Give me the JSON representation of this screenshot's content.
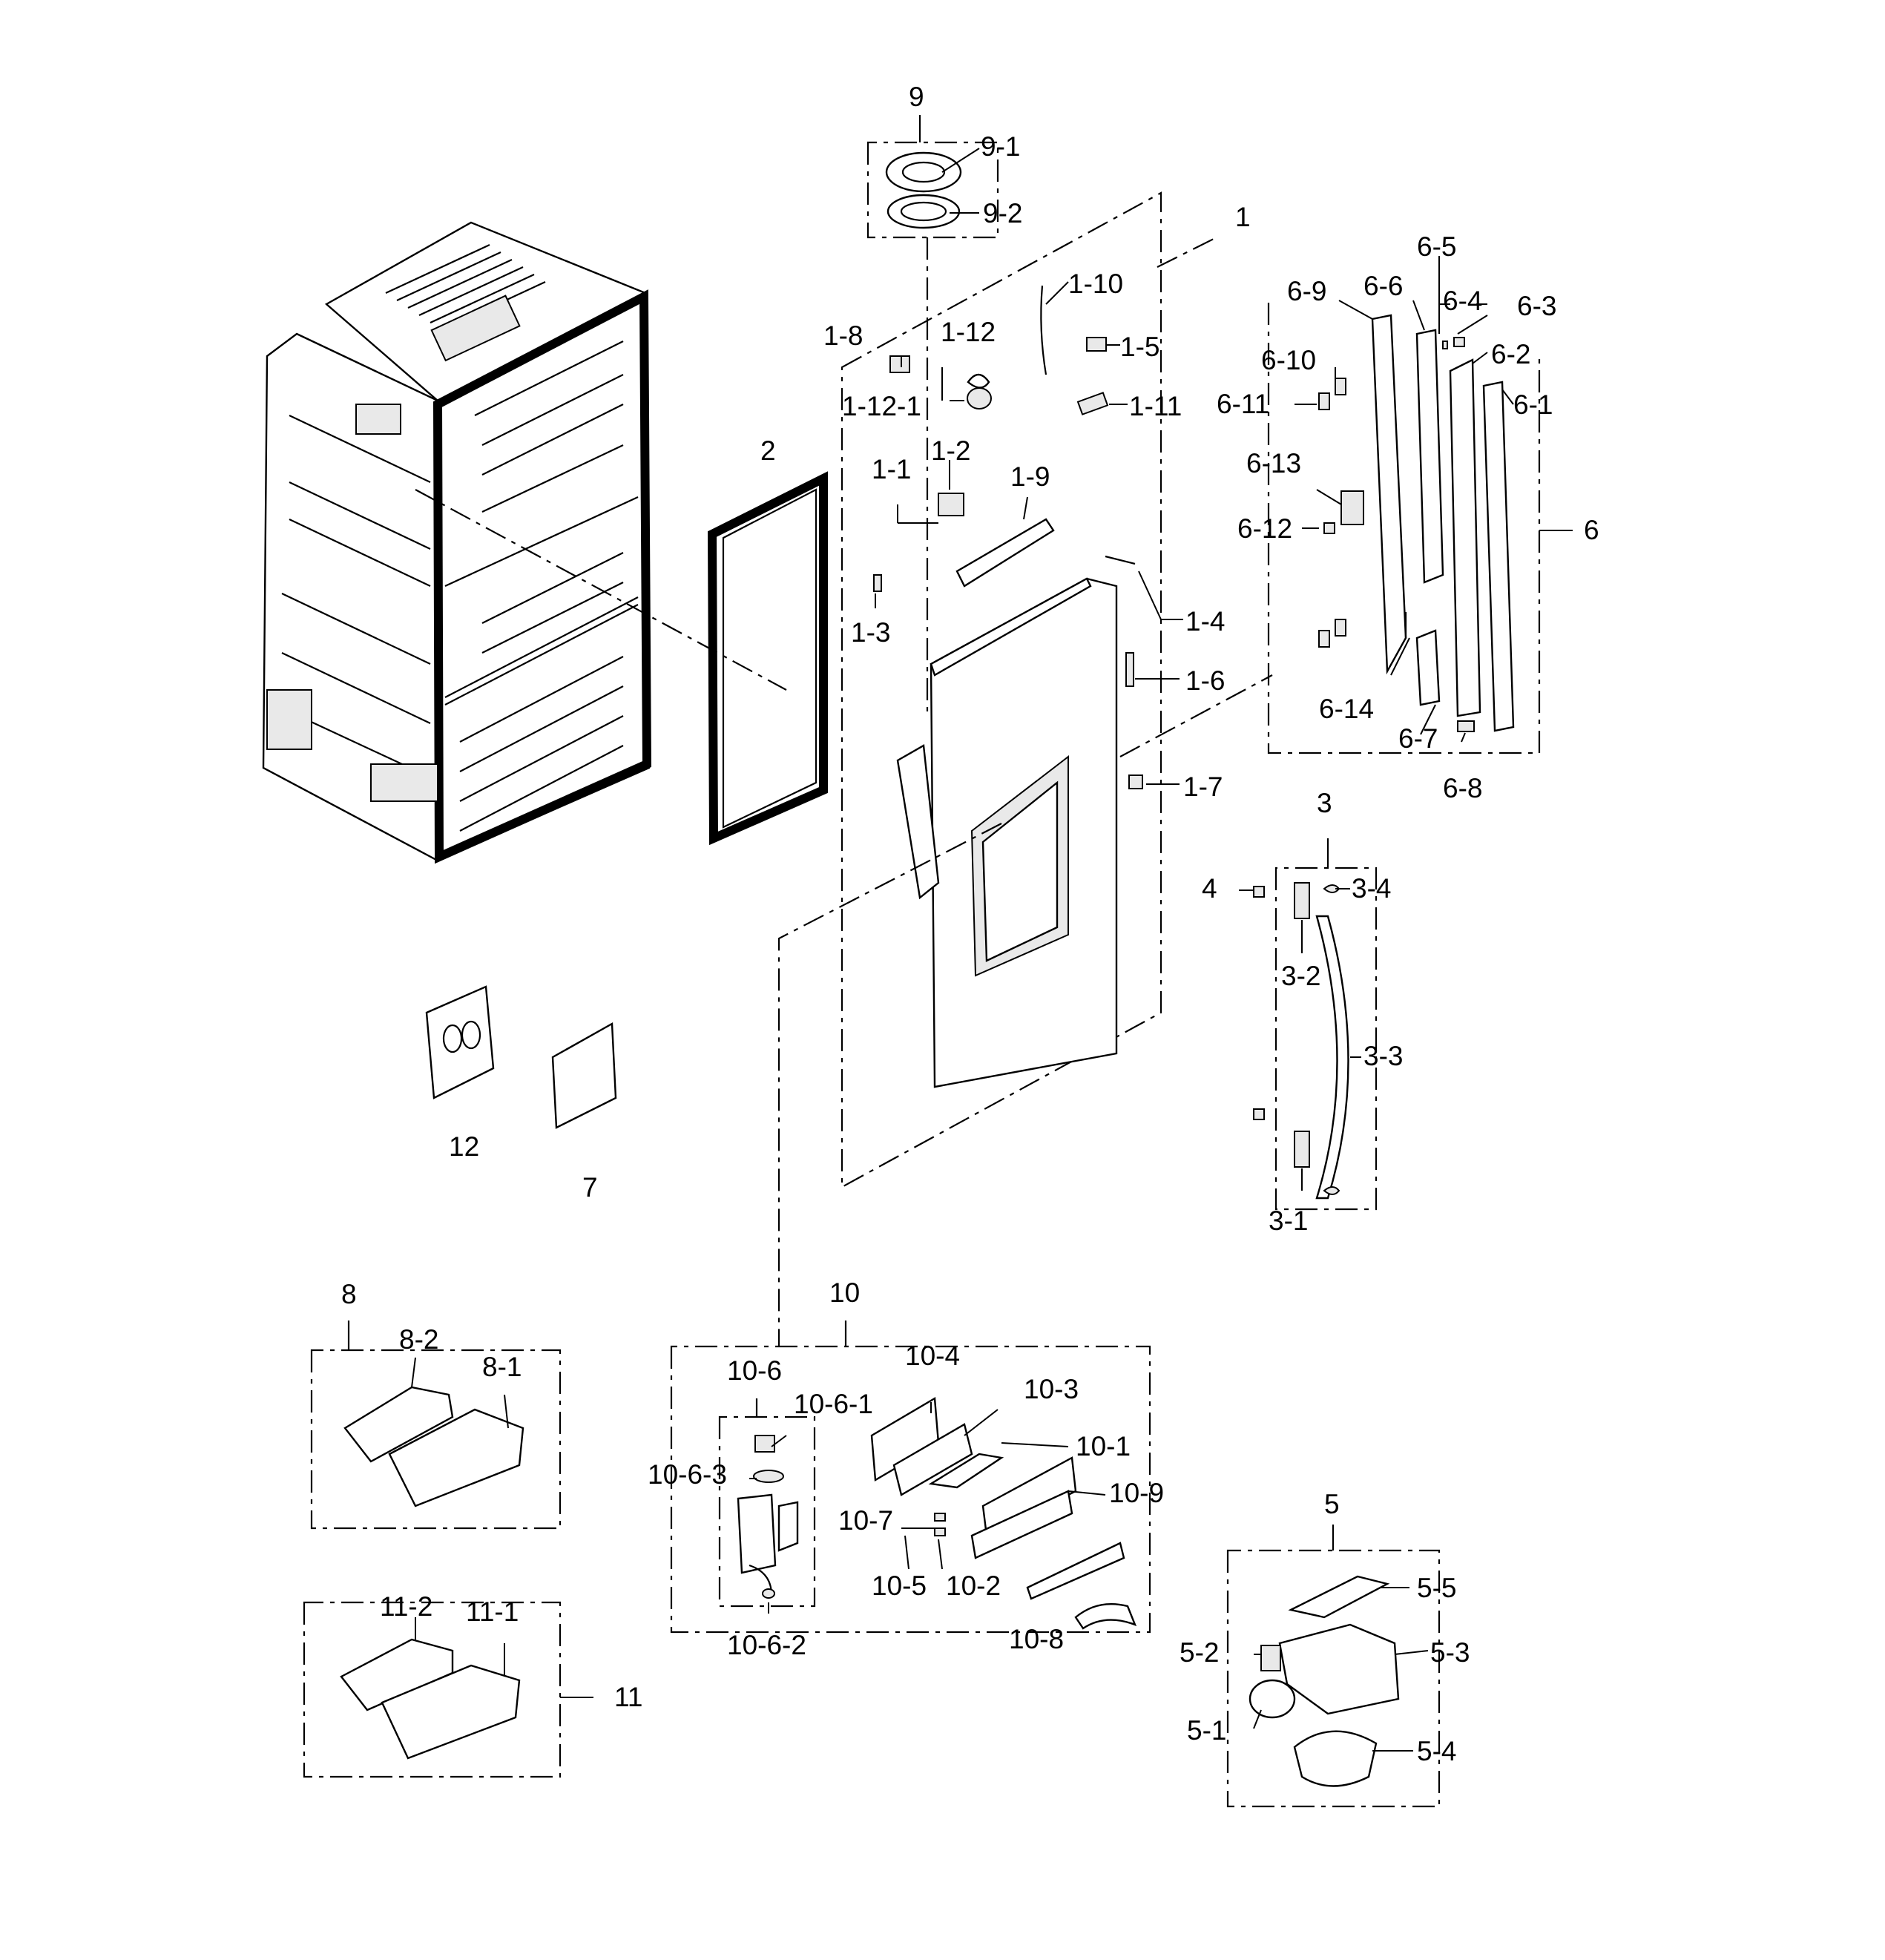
{
  "labels": {
    "l9": "9",
    "l9_1": "9-1",
    "l9_2": "9-2",
    "l1": "1",
    "l1_1": "1-1",
    "l1_2": "1-2",
    "l1_3": "1-3",
    "l1_4": "1-4",
    "l1_5": "1-5",
    "l1_6": "1-6",
    "l1_7": "1-7",
    "l1_8": "1-8",
    "l1_9": "1-9",
    "l1_10": "1-10",
    "l1_11": "1-11",
    "l1_12": "1-12",
    "l1_12_1": "1-12-1",
    "l2": "2",
    "l6": "6",
    "l6_1": "6-1",
    "l6_2": "6-2",
    "l6_3": "6-3",
    "l6_4": "6-4",
    "l6_5": "6-5",
    "l6_6": "6-6",
    "l6_7": "6-7",
    "l6_8": "6-8",
    "l6_9": "6-9",
    "l6_10": "6-10",
    "l6_11": "6-11",
    "l6_12": "6-12",
    "l6_13": "6-13",
    "l6_14": "6-14",
    "l3": "3",
    "l3_1": "3-1",
    "l3_2": "3-2",
    "l3_3": "3-3",
    "l3_4": "3-4",
    "l4": "4",
    "l12": "12",
    "l7": "7",
    "l8": "8",
    "l8_1": "8-1",
    "l8_2": "8-2",
    "l10": "10",
    "l10_1": "10-1",
    "l10_2": "10-2",
    "l10_3": "10-3",
    "l10_4": "10-4",
    "l10_5": "10-5",
    "l10_6": "10-6",
    "l10_6_1": "10-6-1",
    "l10_6_2": "10-6-2",
    "l10_6_3": "10-6-3",
    "l10_7": "10-7",
    "l10_8": "10-8",
    "l10_9": "10-9",
    "l11": "11",
    "l11_1": "11-1",
    "l11_2": "11-2",
    "l5": "5",
    "l5_1": "5-1",
    "l5_2": "5-2",
    "l5_3": "5-3",
    "l5_4": "5-4",
    "l5_5": "5-5"
  }
}
